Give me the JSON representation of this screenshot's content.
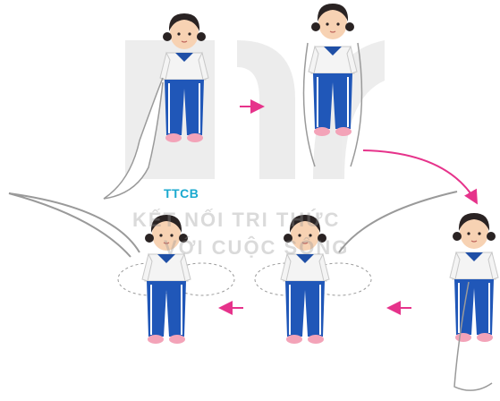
{
  "caption": {
    "start_position": "TTCB"
  },
  "watermark": {
    "line1": "KẾT NỐI TRI THỨC",
    "line2": "VỚI CUỘC SỐNG"
  },
  "colors": {
    "arrow": "#e6338b",
    "shirt": "#f4f4f4",
    "collar": "#1f4fa6",
    "pants": "#2057b8",
    "pants_stripe": "#ffffff",
    "shoes": "#f3a3b8",
    "skin": "#f7d2b3",
    "hair": "#2a2323",
    "rope": "#ffffff",
    "rope_outline": "#9a9a9a",
    "label": "#1aa9cf"
  },
  "figures": [
    "figure-ready-stance",
    "figure-rope-lifted",
    "figure-rope-front",
    "figure-swing-right",
    "figure-swing-left"
  ]
}
